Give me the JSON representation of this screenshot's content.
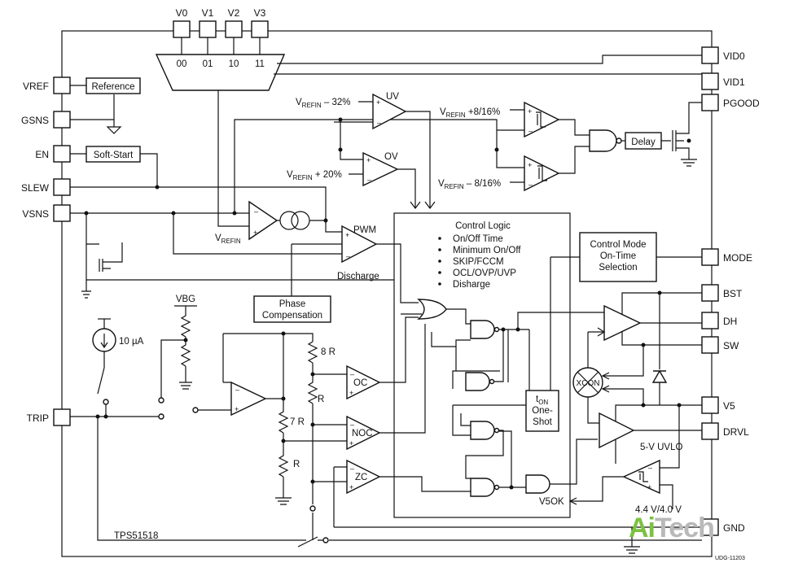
{
  "pins_left": [
    "VREF",
    "GSNS",
    "EN",
    "SLEW",
    "VSNS",
    "TRIP"
  ],
  "pins_right": [
    "VID0",
    "VID1",
    "PGOOD",
    "MODE",
    "BST",
    "DH",
    "SW",
    "V5",
    "DRVL",
    "GND"
  ],
  "pins_top": [
    "V0",
    "V1",
    "V2",
    "V3"
  ],
  "mux_codes": [
    "00",
    "01",
    "10",
    "11"
  ],
  "blocks": {
    "reference": "Reference",
    "soft_start": "Soft-Start",
    "delay": "Delay",
    "phase_comp_1": "Phase",
    "phase_comp_2": "Compensation",
    "control_mode_1": "Control Mode",
    "control_mode_2": "On-Time",
    "control_mode_3": "Selection",
    "ton_1": "t",
    "ton_sub": "ON",
    "ton_2": "One-",
    "ton_3": "Shot",
    "xcon": "XCON"
  },
  "control_logic": {
    "title": "Control Logic",
    "items": [
      "On/Off Time",
      "Minimum On/Off",
      "SKIP/FCCM",
      "OCL/OVP/UVP",
      "Disharge"
    ]
  },
  "labels": {
    "uv": "UV",
    "ov": "OV",
    "pwm": "PWM",
    "oc": "OC",
    "noc": "NOC",
    "zc": "ZC",
    "vrefin": "V",
    "vrefin_sub": "REFIN",
    "uv_thresh": " – 32%",
    "ov_thresh": " + 20%",
    "pg_hi": " +8/16%",
    "pg_lo": " – 8/16%",
    "discharge": "Discharge",
    "vbg": "VBG",
    "current_src": "10 µA",
    "r_8r": "8 R",
    "r_r1": "R",
    "r_7r": "7 R",
    "r_r2": "R",
    "v5ok": "V5OK",
    "uvlo": "5-V UVLO",
    "uvlo_th": "4.4 V/4.0 V",
    "part": "TPS51518",
    "code": "UDG-11203"
  },
  "logo": {
    "part1": "Ai",
    "part2": "Tech"
  }
}
